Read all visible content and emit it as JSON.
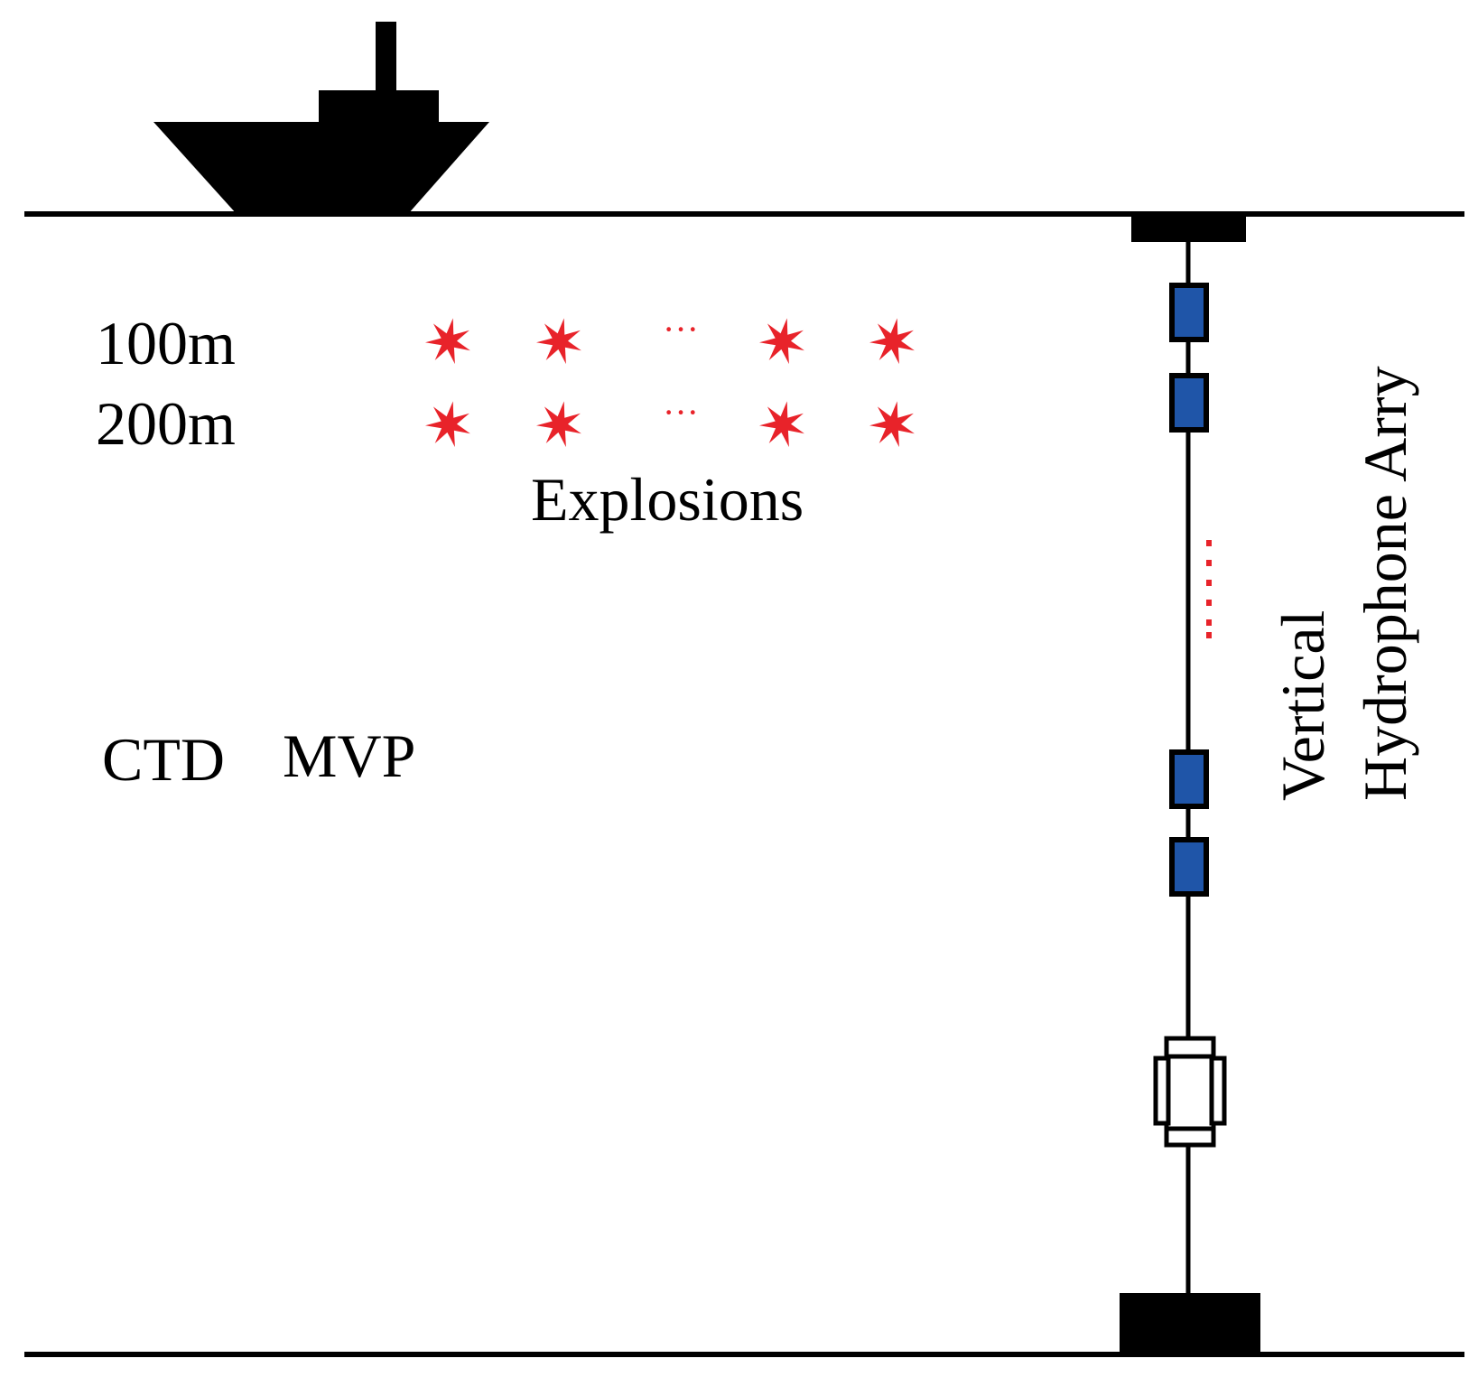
{
  "depth_labels": [
    "100m",
    "200m"
  ],
  "explosions_label": "Explosions",
  "instrument_labels": {
    "ctd": "CTD",
    "mvp": "MVP"
  },
  "array_label": {
    "line1": "Vertical",
    "line2": "Hydrophone Arry"
  },
  "ellipsis": "···",
  "colors": {
    "explosion": "#e8232a",
    "hydrophone": "#1f55a8",
    "structure": "#000000",
    "background": "#ffffff"
  },
  "icons": {
    "ship": "ship-icon",
    "explosion": "explosion-star-icon",
    "hydrophone": "hydrophone-element-icon",
    "buoy": "surface-buoy-icon",
    "anchor": "seabed-anchor-icon",
    "release": "acoustic-release-icon"
  }
}
